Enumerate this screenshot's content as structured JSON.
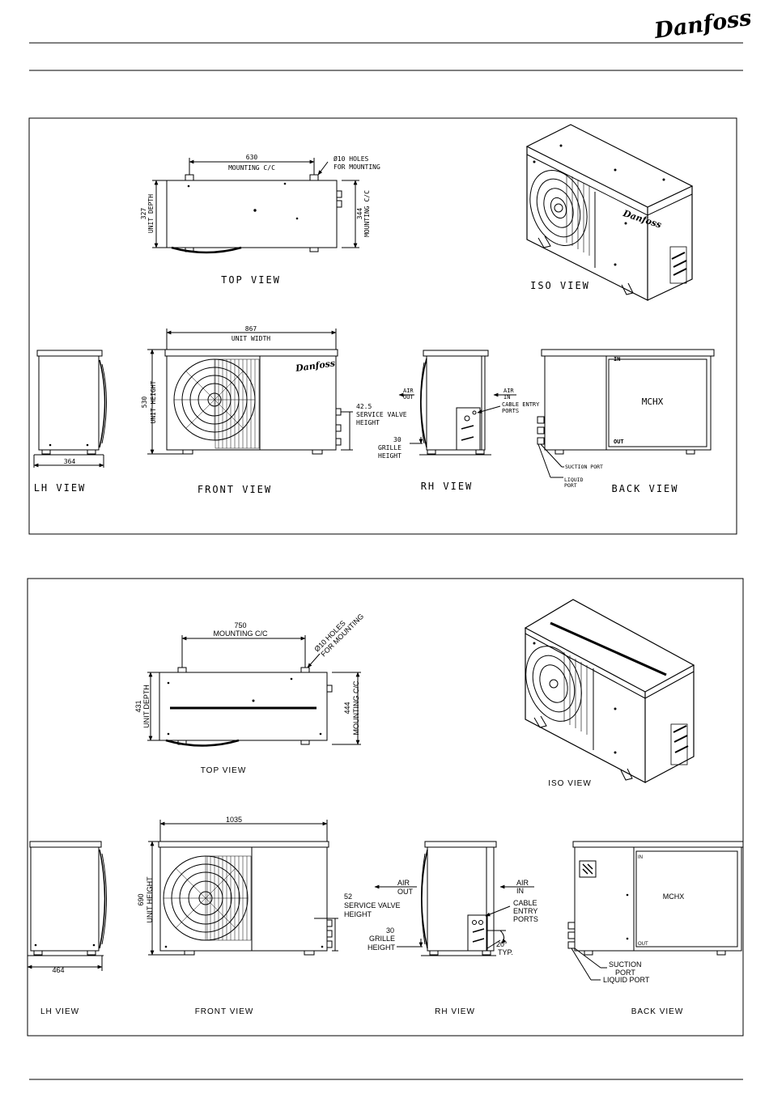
{
  "header": {
    "brand": "Danfoss"
  },
  "drawing1": {
    "top_view": {
      "mounting_dim": "630",
      "mounting_label": "MOUNTING C/C",
      "holes_line1": "Ø10 HOLES",
      "holes_line2": "FOR MOUNTING",
      "depth_dim": "327",
      "depth_label": "UNIT DEPTH",
      "mount_depth_dim": "344",
      "mount_depth_label": "MOUNTING C/C",
      "caption": "TOP VIEW"
    },
    "iso_view": {
      "caption": "ISO VIEW",
      "logo": "Danfoss"
    },
    "lh_view": {
      "width_dim": "364",
      "caption": "LH VIEW"
    },
    "front_view": {
      "width_dim": "867",
      "width_label": "UNIT WIDTH",
      "height_dim": "530",
      "height_label": "UNIT HEIGHT",
      "valve_dim": "42.5",
      "valve_line1": "SERVICE VALVE",
      "valve_line2": "HEIGHT",
      "logo": "Danfoss",
      "caption": "FRONT VIEW"
    },
    "rh_view": {
      "air_out_1": "AIR",
      "air_out_2": "OUT",
      "air_in_1": "AIR",
      "air_in_2": "IN",
      "cable_1": "CABLE ENTRY",
      "cable_2": "PORTS",
      "grille_dim": "30",
      "grille_1": "GRILLE",
      "grille_2": "HEIGHT",
      "caption": "RH VIEW"
    },
    "back_view": {
      "in_label": "IN",
      "out_label": "OUT",
      "mchx": "MCHX",
      "suction": "SUCTION PORT",
      "liquid_1": "LIQUID",
      "liquid_2": "PORT",
      "caption": "BACK VIEW"
    }
  },
  "drawing2": {
    "top_view": {
      "mounting_dim": "750",
      "mounting_label": "MOUNTING C/C",
      "holes_line1": "Ø10 HOLES",
      "holes_line2": "FOR MOUNTING",
      "depth_dim": "431",
      "depth_label": "UNIT DEPTH",
      "mount_depth_dim": "444",
      "mount_depth_label": "MOUNTING C/C",
      "caption": "TOP VIEW"
    },
    "iso_view": {
      "caption": "ISO VIEW"
    },
    "lh_view": {
      "width_dim": "464",
      "caption": "LH VIEW"
    },
    "front_view": {
      "width_dim": "1035",
      "height_dim": "690",
      "height_label": "UNIT HEIGHT",
      "valve_dim": "52",
      "valve_line1": "SERVICE VALVE",
      "valve_line2": "HEIGHT",
      "caption": "FRONT VIEW"
    },
    "rh_view": {
      "air_out_1": "AIR",
      "air_out_2": "OUT",
      "air_in_1": "AIR",
      "air_in_2": "IN",
      "cable_1": "CABLE",
      "cable_2": "ENTRY",
      "cable_3": "PORTS",
      "grille_dim": "30",
      "grille_1": "GRILLE",
      "grille_2": "HEIGHT",
      "angle_1": "20°",
      "angle_2": "TYP.",
      "caption": "RH VIEW"
    },
    "back_view": {
      "in_label": "IN",
      "out_label": "OUT",
      "mchx": "MCHX",
      "suction_1": "SUCTION",
      "suction_2": "PORT",
      "liquid": "LIQUID PORT",
      "caption": "BACK VIEW"
    }
  }
}
